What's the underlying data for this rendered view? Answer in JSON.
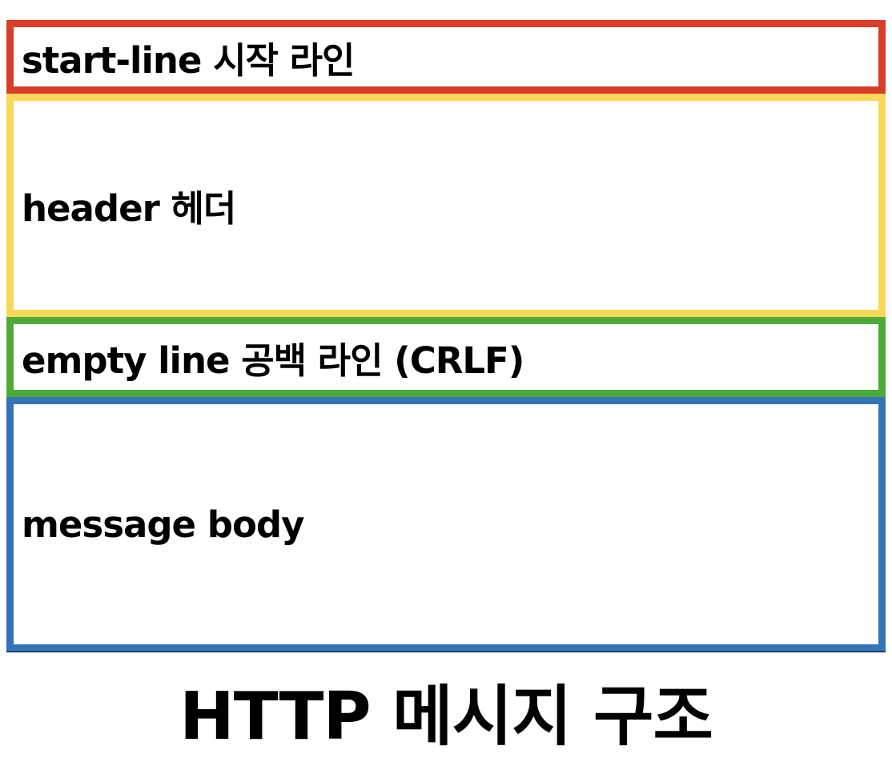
{
  "sections": [
    {
      "id": "start",
      "label": "start-line 시작 라인",
      "color": "#d63e2a"
    },
    {
      "id": "header",
      "label": "header 헤더",
      "color": "#f9d85a"
    },
    {
      "id": "empty",
      "label": "empty line 공백 라인 (CRLF)",
      "color": "#4eab37"
    },
    {
      "id": "body",
      "label": "message body",
      "color": "#3373b8"
    }
  ],
  "title": "HTTP 메시지 구조"
}
